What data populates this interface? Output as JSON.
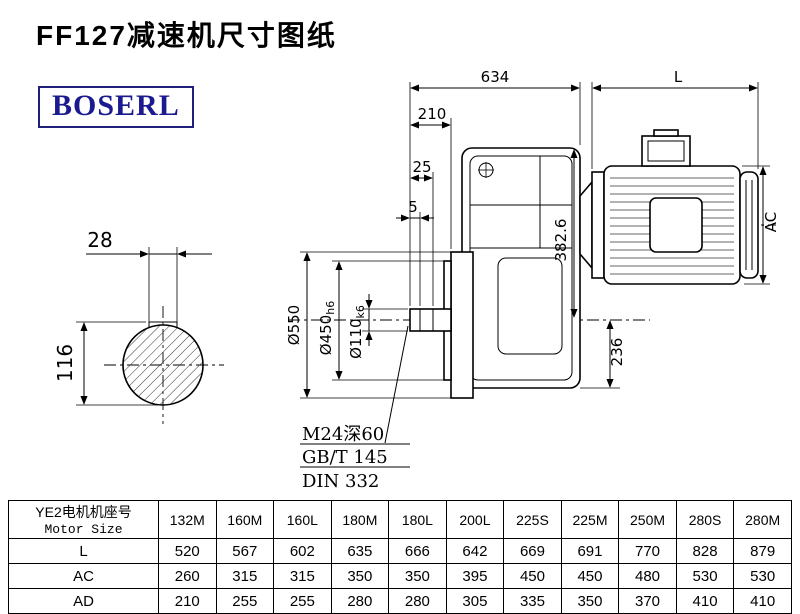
{
  "page": {
    "title": "FF127减速机尺寸图纸",
    "brand": "BOSERL"
  },
  "colors": {
    "brand_text": "#1b1b8f",
    "line": "#000000",
    "background": "#ffffff"
  },
  "drawing": {
    "dim_634": "634",
    "dim_L": "L",
    "dim_210": "210",
    "dim_25": "25",
    "dim_5": "5",
    "dim_AC": "AC",
    "dim_382_6": "382.6",
    "dim_550": "Ø550",
    "dim_450_main": "Ø450",
    "dim_450_sub": "h6",
    "dim_110_main": "Ø110",
    "dim_110_sub": "k6",
    "dim_236": "236",
    "dim_28": "28",
    "dim_116": "116",
    "note_1": "M24深60",
    "note_2": "GB/T 145",
    "note_3": "DIN 332"
  },
  "table": {
    "header_cn": "YE2电机机座号",
    "header_en": "Motor Size",
    "columns": [
      "132M",
      "160M",
      "160L",
      "180M",
      "180L",
      "200L",
      "225S",
      "225M",
      "250M",
      "280S",
      "280M"
    ],
    "rows": [
      {
        "label": "L",
        "values": [
          "520",
          "567",
          "602",
          "635",
          "666",
          "642",
          "669",
          "691",
          "770",
          "828",
          "879"
        ]
      },
      {
        "label": "AC",
        "values": [
          "260",
          "315",
          "315",
          "350",
          "350",
          "395",
          "450",
          "450",
          "480",
          "530",
          "530"
        ]
      },
      {
        "label": "AD",
        "values": [
          "210",
          "255",
          "255",
          "280",
          "280",
          "305",
          "335",
          "350",
          "370",
          "410",
          "410"
        ]
      }
    ]
  }
}
